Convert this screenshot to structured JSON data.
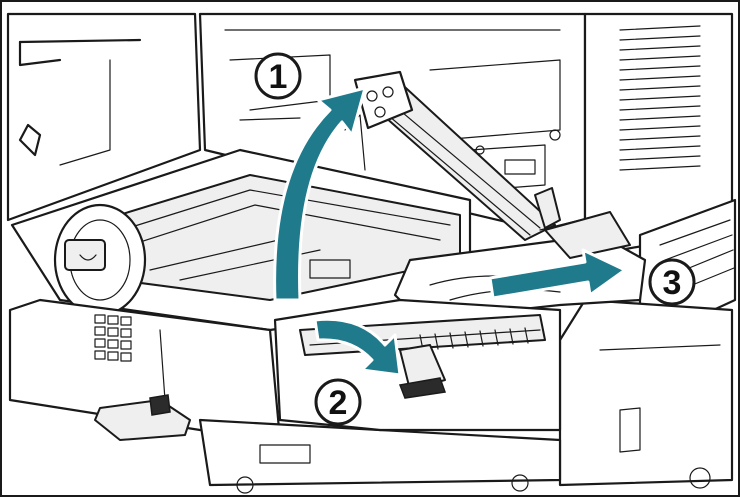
{
  "steps": [
    {
      "label": "1"
    },
    {
      "label": "2"
    },
    {
      "label": "3"
    }
  ],
  "colors": {
    "arrow": "#1f7a8c",
    "line": "#1a1a1a",
    "background": "#ffffff"
  }
}
